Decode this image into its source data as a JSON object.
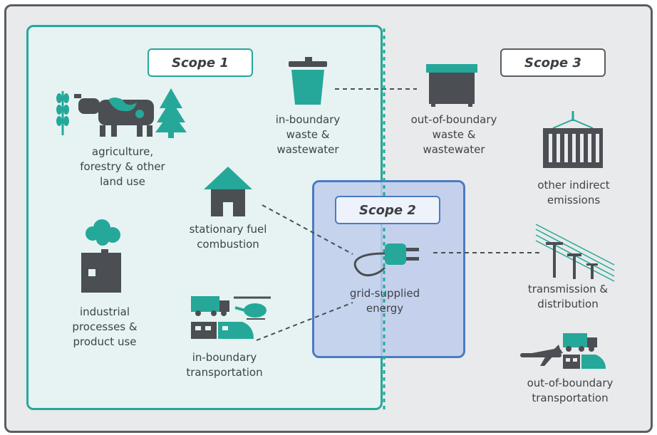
{
  "scopes": {
    "scope1": "Scope 1",
    "scope2": "Scope 2",
    "scope3": "Scope 3"
  },
  "labels": {
    "agriculture": "agriculture,\nforestry & other\nland use",
    "industrial": "industrial\nprocesses &\nproduct use",
    "in_waste": "in-boundary\nwaste &\nwastewater",
    "stationary": "stationary fuel\ncombustion",
    "in_transport": "in-boundary\ntransportation",
    "grid": "grid-supplied\nenergy",
    "out_waste": "out-of-boundary\nwaste &\nwastewater",
    "other_indirect": "other indirect\nemissions",
    "transmission": "transmission &\ndistribution",
    "out_transport": "out-of-boundary\ntransportation"
  },
  "colors": {
    "teal": "#25a89a",
    "blue": "#4a7cc1",
    "dark": "#4b4e52"
  }
}
